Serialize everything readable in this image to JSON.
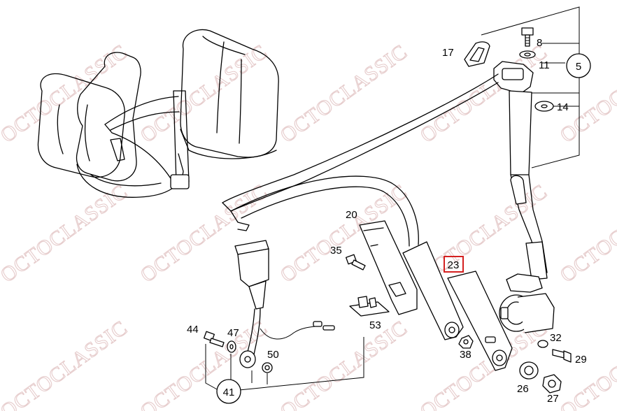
{
  "watermark": "OCTOCLASSIC",
  "highlight_color": "#d42020",
  "watermark_color": "#e6cccc",
  "callouts": {
    "c5": "5",
    "c8": "8",
    "c11": "11",
    "c14": "14",
    "c17": "17",
    "c20": "20",
    "c23": "23",
    "c26": "26",
    "c27": "27",
    "c29": "29",
    "c32": "32",
    "c35": "35",
    "c38": "38",
    "c41": "41",
    "c44": "44",
    "c47": "47",
    "c50": "50",
    "c53": "53"
  },
  "highlighted_callout": "23"
}
